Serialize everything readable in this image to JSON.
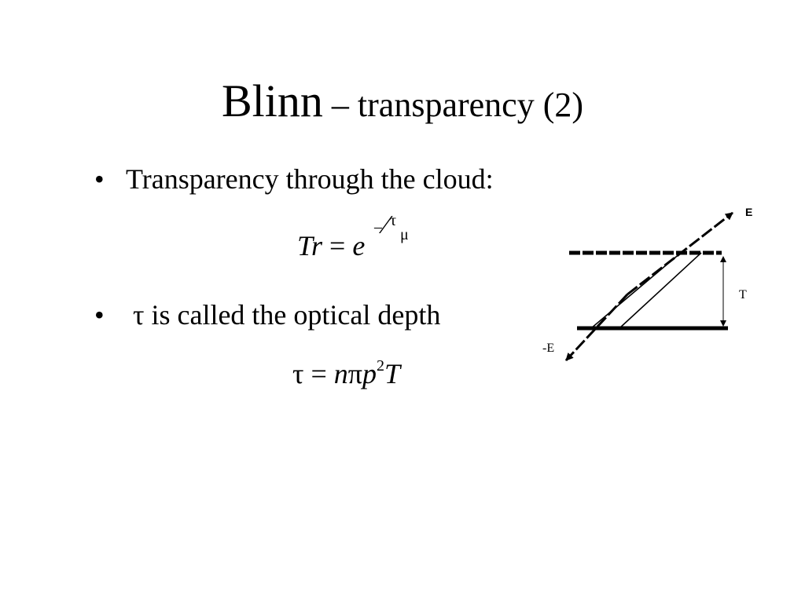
{
  "title": {
    "main": "Blinn",
    "dash": " – ",
    "sub": "transparency (2)"
  },
  "bullets": [
    {
      "marker": "•",
      "text": "Transparency through the cloud:"
    },
    {
      "marker": "•",
      "symbol": "τ",
      "text": " is called the optical depth"
    }
  ],
  "equation1": {
    "lhs": "Tr",
    "equals": " = ",
    "base": "e",
    "exp_sign": "–",
    "exp_num": "τ",
    "exp_slash": "⁄",
    "exp_den": "μ"
  },
  "equation2": {
    "lhs": "τ",
    "equals": " = ",
    "n": "n",
    "pi": "π",
    "p": "p",
    "sup": "2",
    "T": "T"
  },
  "diagram": {
    "label_E": "E",
    "label_neg_E": "-E",
    "label_T": "T"
  }
}
